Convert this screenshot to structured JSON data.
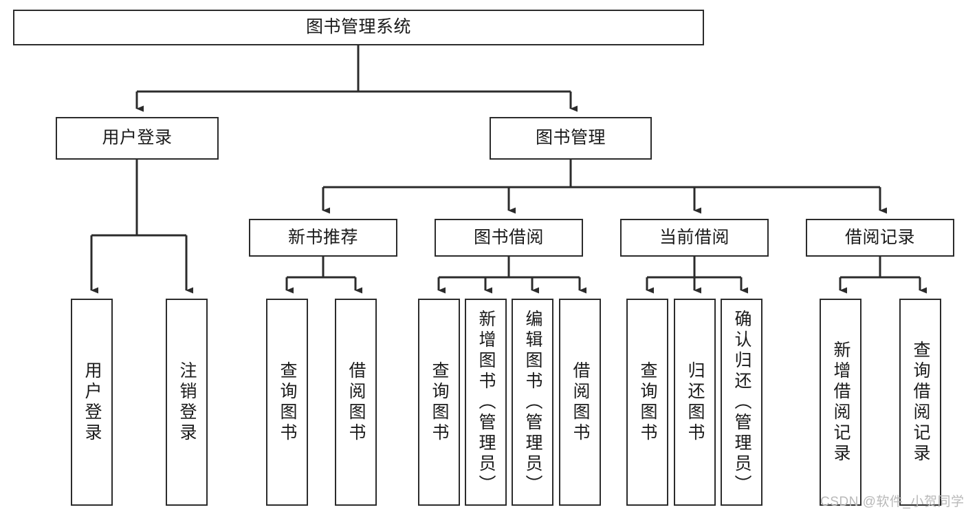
{
  "diagram": {
    "type": "tree-hierarchy-chart",
    "title": "图书管理系统",
    "orientation": "top-down",
    "colors": {
      "box_border": "#2b2b2b",
      "box_fill": "#ffffff",
      "connector": "#2b2b2b",
      "text": "#1a1a1a",
      "watermark": "#b9b9b9",
      "background": "#ffffff"
    }
  },
  "nodes": {
    "root": {
      "label": "图书管理系统"
    },
    "level2": [
      {
        "label": "用户登录"
      },
      {
        "label": "图书管理"
      }
    ],
    "level3": [
      {
        "label": "新书推荐"
      },
      {
        "label": "图书借阅"
      },
      {
        "label": "当前借阅"
      },
      {
        "label": "借阅记录"
      }
    ],
    "leaves": {
      "user_login": [
        {
          "label": "用户登录"
        },
        {
          "label": "注销登录"
        }
      ],
      "new_book_recommend": [
        {
          "label": "查询图书"
        },
        {
          "label": "借阅图书"
        }
      ],
      "book_borrow": [
        {
          "label": "查询图书"
        },
        {
          "label": "新增图书（管理员）"
        },
        {
          "label": "编辑图书（管理员）"
        },
        {
          "label": "借阅图书"
        }
      ],
      "current_borrow": [
        {
          "label": "查询图书"
        },
        {
          "label": "归还图书"
        },
        {
          "label": "确认归还（管理员）"
        }
      ],
      "borrow_record": [
        {
          "label": "新增借阅记录"
        },
        {
          "label": "查询借阅记录"
        }
      ]
    }
  },
  "watermark": {
    "text": "CSDN @软件_小贺同学"
  }
}
